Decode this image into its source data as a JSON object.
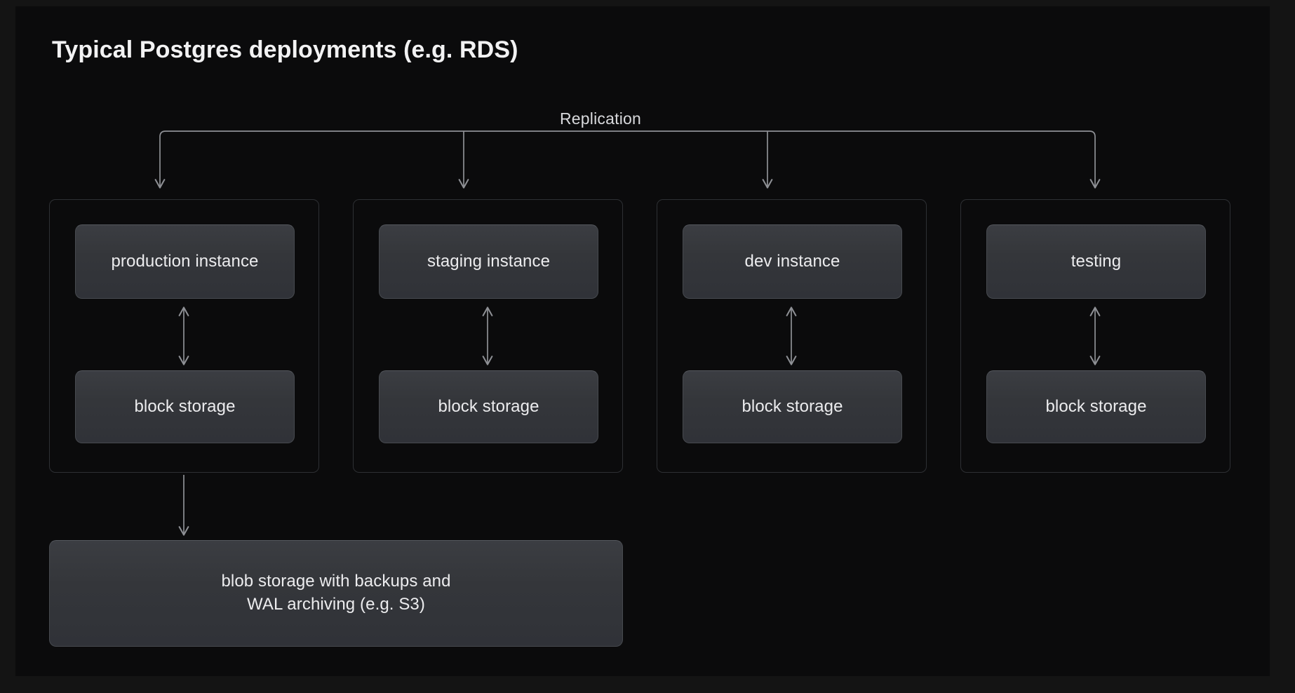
{
  "page": {
    "title": "Typical Postgres deployments (e.g. RDS)",
    "background_color": "#141414",
    "panel_color": "#0b0b0c",
    "text_color": "#f2f2f3",
    "card_color": "#34363a",
    "connector_color": "#8e9095",
    "container_border_color": "#2e3034"
  },
  "diagram": {
    "type": "block-diagram",
    "replication_label": "Replication",
    "columns": [
      {
        "id": "production",
        "instance_label": "production instance",
        "storage_label": "block storage",
        "has_backup_arrow": true
      },
      {
        "id": "staging",
        "instance_label": "staging instance",
        "storage_label": "block storage",
        "has_backup_arrow": false
      },
      {
        "id": "dev",
        "instance_label": "dev instance",
        "storage_label": "block storage",
        "has_backup_arrow": false
      },
      {
        "id": "testing",
        "instance_label": "testing",
        "storage_label": "block storage",
        "has_backup_arrow": false
      }
    ],
    "blob_storage": {
      "line1": "blob storage with backups and",
      "line2": "WAL archiving (e.g. S3)"
    }
  }
}
